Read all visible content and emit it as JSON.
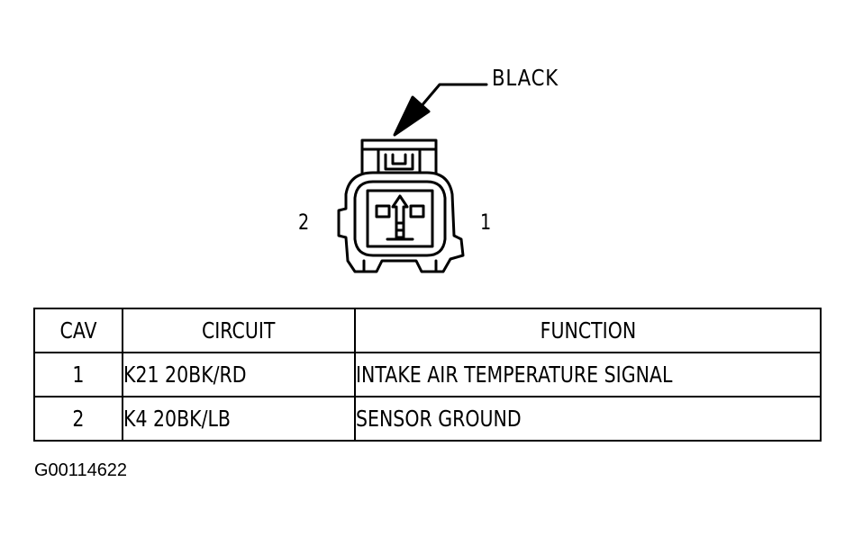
{
  "connector": {
    "color_label": "BLACK",
    "cavity_left": "2",
    "cavity_right": "1"
  },
  "table": {
    "headers": [
      "CAV",
      "CIRCUIT",
      "FUNCTION"
    ],
    "rows": [
      {
        "cav": "1",
        "circuit": "K21 20BK/RD",
        "function": "INTAKE AIR TEMPERATURE SIGNAL"
      },
      {
        "cav": "2",
        "circuit": "K4 20BK/LB",
        "function": "SENSOR GROUND"
      }
    ]
  },
  "figure_id": "G00114622"
}
